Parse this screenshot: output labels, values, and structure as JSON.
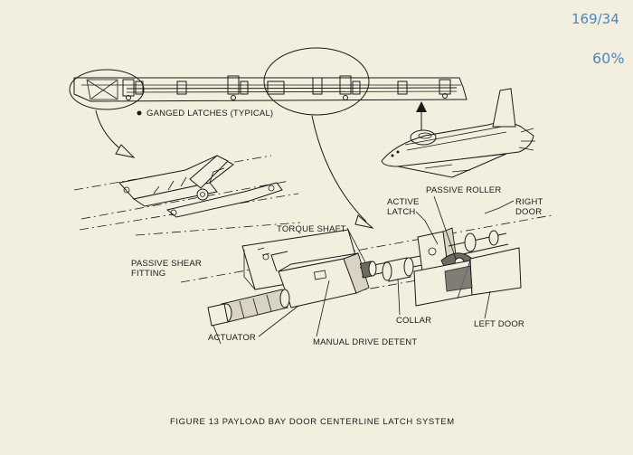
{
  "annotations": {
    "page_number": "169/34",
    "percent": "60%"
  },
  "labels": {
    "ganged_latches": "GANGED LATCHES (TYPICAL)",
    "passive_roller": "PASSIVE ROLLER",
    "active_latch_1": "ACTIVE",
    "active_latch_2": "LATCH",
    "right_door_1": "RIGHT",
    "right_door_2": "DOOR",
    "torque_shaft": "TORQUE SHAFT",
    "passive_shear_1": "PASSIVE SHEAR",
    "passive_shear_2": "FITTING",
    "collar": "COLLAR",
    "left_door": "LEFT DOOR",
    "actuator": "ACTUATOR",
    "manual_drive_detent": "MANUAL DRIVE DETENT"
  },
  "caption": "FIGURE 13 PAYLOAD BAY DOOR CENTERLINE LATCH SYSTEM"
}
